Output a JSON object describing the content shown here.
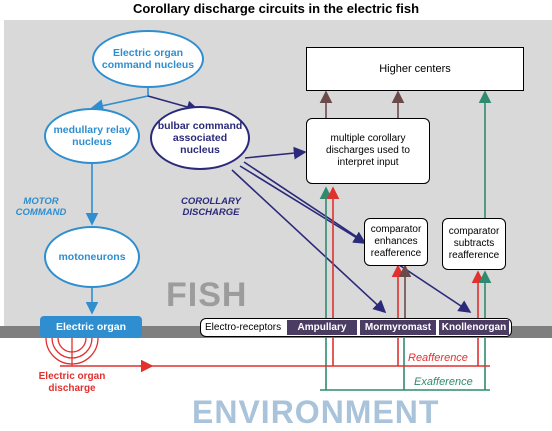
{
  "title": "Corollary discharge circuits in the electric fish",
  "nodes": {
    "eo_command_nucleus": "Electric organ command nucleus",
    "medullary_relay": "medullary relay nucleus",
    "bulbar_command": "bulbar command associated nucleus",
    "motoneurons": "motoneurons",
    "higher_centers": "Higher centers",
    "multiple_cd": "multiple corollary discharges used to interpret input",
    "comparator_enhances": "comparator enhances reafference",
    "comparator_subtracts": "comparator subtracts reafference",
    "electric_organ": "Electric organ",
    "electric_organ_discharge": "Electric organ discharge"
  },
  "labels": {
    "motor_command": "MOTOR COMMAND",
    "corollary_discharge": "COROLLARY DISCHARGE",
    "fish": "FISH",
    "environment": "ENVIRONMENT",
    "reafference": "Reafference",
    "exafference": "Exafference"
  },
  "receptors": {
    "label": "Electro-receptors",
    "types": [
      "Ampullary",
      "Mormyromast",
      "Knollenorgan"
    ]
  },
  "colors": {
    "motor": "#2e8ecf",
    "corollary": "#2b2a7a",
    "reafference": "#e0312f",
    "exafference": "#2f8a6f",
    "higher_arrows": "#6b4a4a",
    "fish_bg": "#d9d9d9",
    "receptor_cell": "#4a3c62"
  }
}
